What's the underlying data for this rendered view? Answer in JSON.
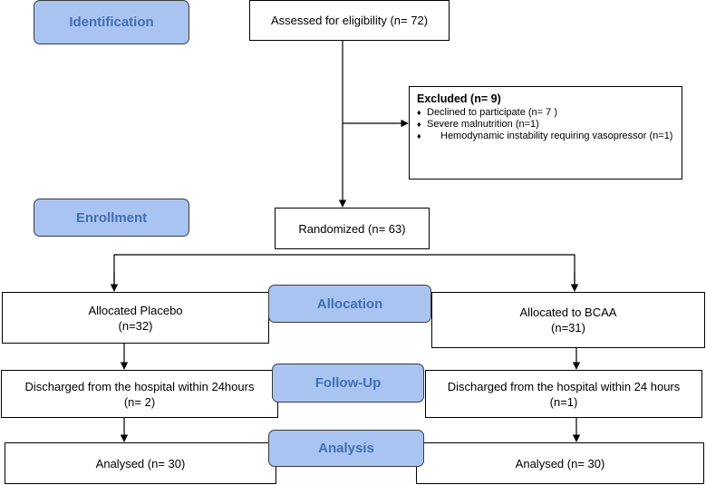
{
  "stages": {
    "identification": "Identification",
    "enrollment": "Enrollment",
    "allocation": "Allocation",
    "follow_up": "Follow-Up",
    "analysis": "Analysis"
  },
  "assessed": "Assessed for eligibility (n= 72)",
  "excluded": {
    "title": "Excluded (n= 9)",
    "bullet_symbol": "♦",
    "items": [
      "Declined to participate (n= 7 )",
      "Severe malnutrition (n=1)",
      "Hemodynamic instability requiring vasopressor (n=1)"
    ]
  },
  "randomized": "Randomized (n= 63)",
  "placebo_arm": {
    "allocated_line1": "Allocated Placebo",
    "allocated_line2": "(n=32)",
    "followup_line1": "Discharged from the hospital within 24hours",
    "followup_line2": "(n= 2)",
    "analysed": "Analysed (n= 30)"
  },
  "bcaa_arm": {
    "allocated_line1": "Allocated to BCAA",
    "allocated_line2": "(n=31)",
    "followup_line1": "Discharged from the hospital within 24 hours",
    "followup_line2": "(n=1)",
    "analysed": "Analysed (n= 30)"
  }
}
